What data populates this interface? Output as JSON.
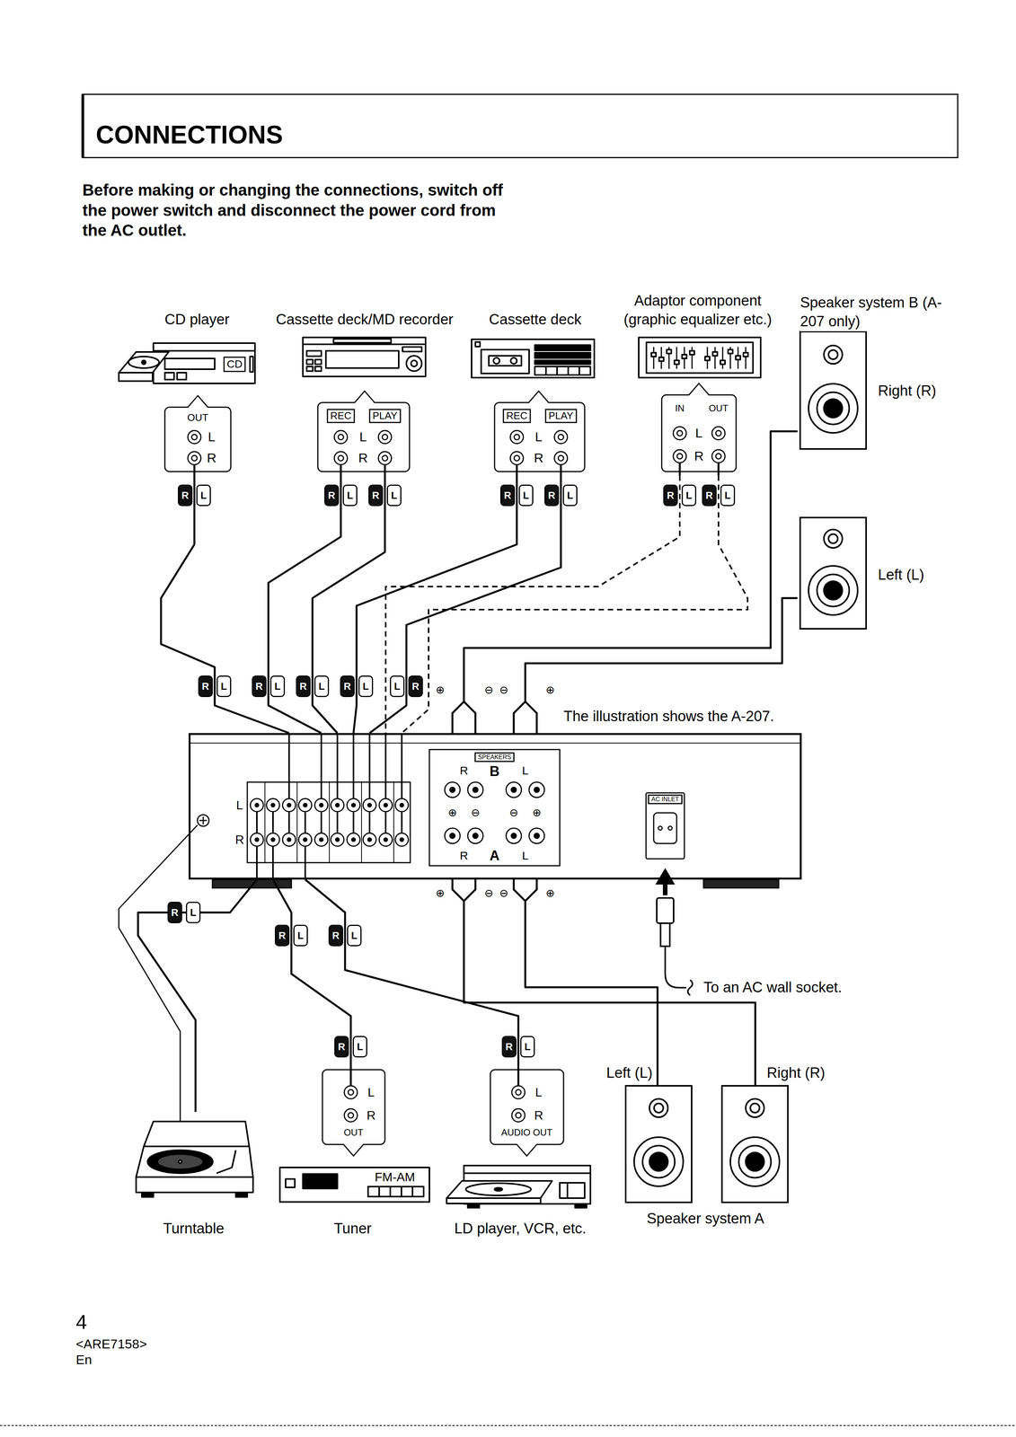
{
  "diagram": {
    "title": "CONNECTIONS",
    "nodes": [
      {
        "text": [
          "CD player"
        ]
      },
      {
        "text": [
          "Cassette deck/MD recorder"
        ]
      },
      {
        "text": [
          "Cassette deck"
        ]
      },
      {
        "text": [
          "Adaptor component (graphic equalizer etc.)"
        ]
      },
      {
        "text": [
          "Right (R)"
        ]
      },
      {
        "text": [
          "Left (L)"
        ]
      },
      {
        "text": [
          "The illustration shows the A-207."
        ]
      },
      {
        "text": [
          "Turntable"
        ]
      },
      {
        "text": [
          "Tuner"
        ]
      },
      {
        "text": [
          "LD player, VCR, etc."
        ]
      },
      {
        "text": [
          "Left (L)"
        ]
      },
      {
        "text": [
          "Right (R)"
        ]
      }
    ],
    "edges": [
      {
        "from": 0,
        "to": 6,
        "arrow": "none"
      },
      {
        "from": 1,
        "to": 6,
        "arrow": "none"
      },
      {
        "from": 1,
        "to": 6,
        "arrow": "none"
      },
      {
        "from": 2,
        "to": 6,
        "arrow": "none"
      },
      {
        "from": 2,
        "to": 6,
        "arrow": "none"
      },
      {
        "from": 3,
        "to": 6,
        "arrow": "none"
      },
      {
        "from": 3,
        "to": 6,
        "arrow": "none"
      },
      {
        "from": 4,
        "to": 6,
        "arrow": "none"
      },
      {
        "from": 5,
        "to": 6,
        "arrow": "none"
      },
      {
        "from": 7,
        "to": 6,
        "arrow": "none"
      },
      {
        "from": 8,
        "to": 6,
        "arrow": "none"
      },
      {
        "from": 9,
        "to": 6,
        "arrow": "none"
      },
      {
        "from": 6,
        "to": 10,
        "arrow": "none"
      },
      {
        "from": 6,
        "to": 11,
        "arrow": "none"
      }
    ],
    "labels": [
      "Before making or changing the connections, switch off the power switch and disconnect the power cord from the AC outlet.",
      "OUT",
      "L",
      "R",
      "REC",
      "PLAY",
      "L",
      "R",
      "REC",
      "PLAY",
      "L",
      "R",
      "IN",
      "OUT",
      "L",
      "R",
      "Speaker system B (A-207 only)",
      "To an AC wall socket.",
      "Speaker system A",
      "4",
      "<ARE7158>",
      "En",
      "CD",
      "FM-AM",
      "SPEAKERS",
      "R",
      "B",
      "L",
      "⊕",
      "⊖",
      "⊖",
      "⊕",
      "R",
      "A",
      "L",
      "L",
      "R",
      "AC INLET",
      "⊕",
      "⊖",
      "⊖",
      "⊕",
      "⊕",
      "⊖",
      "⊖",
      "⊕",
      "L",
      "R",
      "OUT",
      "L",
      "R",
      "AUDIO OUT",
      "R",
      "L",
      "R",
      "L",
      "R",
      "L",
      "R",
      "L",
      "R",
      "L",
      "R",
      "L",
      "R",
      "L",
      "R",
      "L",
      "R",
      "L",
      "R",
      "L",
      "R",
      "L",
      "R",
      "L",
      "R",
      "L",
      "R",
      "L",
      "R",
      "L",
      "R",
      "L",
      "R",
      "L"
    ]
  }
}
